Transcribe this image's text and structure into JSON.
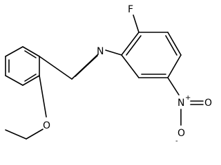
{
  "molecule": {
    "atoms": {
      "fluorine": "F",
      "imine_nitrogen": "N",
      "ether_oxygen": "O",
      "nitro_nitrogen": "N",
      "nitro_oxygen_top": "O",
      "nitro_oxygen_bottom": "O"
    },
    "charges": {
      "nitro_nitrogen": "+",
      "nitro_oxygen_bottom": "-"
    }
  }
}
